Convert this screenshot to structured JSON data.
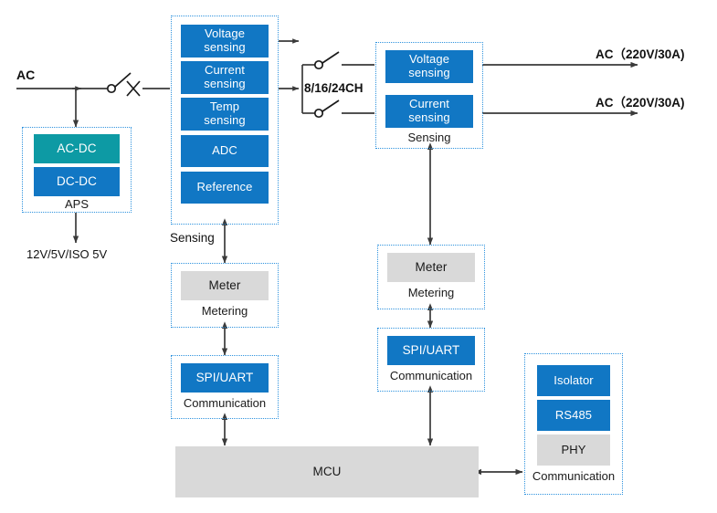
{
  "diagram": {
    "title": "AC power metering and communication block diagram",
    "colors": {
      "blue": "#1177c4",
      "teal": "#0d9aa4",
      "grey": "#d9d9d9",
      "dashed_border": "#2f93de",
      "wire": "#3a3a3a",
      "text": "#111111"
    },
    "labels": {
      "ac_input": "AC",
      "power_rails": "12V/5V/ISO 5V",
      "channels": "8/16/24CH",
      "sensing_link": "Sensing",
      "ac_output_1": "AC（220V/30A)",
      "ac_output_2": "AC（220V/30A)"
    },
    "groups": {
      "aps": {
        "caption": "APS",
        "blocks": [
          {
            "label": "AC-DC",
            "style": "teal"
          },
          {
            "label": "DC-DC",
            "style": "blue"
          }
        ]
      },
      "input_sensing": {
        "caption": "",
        "blocks": [
          {
            "label": "Voltage\nsensing",
            "style": "blue"
          },
          {
            "label": "Current\nsensing",
            "style": "blue"
          },
          {
            "label": "Temp\nsensing",
            "style": "blue"
          },
          {
            "label": "ADC",
            "style": "blue"
          },
          {
            "label": "Reference",
            "style": "blue"
          }
        ]
      },
      "output_sensing": {
        "caption": "Sensing",
        "blocks": [
          {
            "label": "Voltage\nsensing",
            "style": "blue"
          },
          {
            "label": "Current\nsensing",
            "style": "blue"
          }
        ]
      },
      "metering_left": {
        "caption": "Metering",
        "blocks": [
          {
            "label": "Meter",
            "style": "grey"
          }
        ]
      },
      "communication_left": {
        "caption": "Communication",
        "blocks": [
          {
            "label": "SPI/UART",
            "style": "blue"
          }
        ]
      },
      "metering_mid": {
        "caption": "Metering",
        "blocks": [
          {
            "label": "Meter",
            "style": "grey"
          }
        ]
      },
      "communication_mid": {
        "caption": "Communication",
        "blocks": [
          {
            "label": "SPI/UART",
            "style": "blue"
          }
        ]
      },
      "communication_right": {
        "caption": "Communication",
        "blocks": [
          {
            "label": "Isolator",
            "style": "blue"
          },
          {
            "label": "RS485",
            "style": "blue"
          },
          {
            "label": "PHY",
            "style": "grey"
          }
        ]
      },
      "mcu": {
        "caption": "",
        "blocks": [
          {
            "label": "MCU",
            "style": "grey"
          }
        ]
      }
    }
  }
}
